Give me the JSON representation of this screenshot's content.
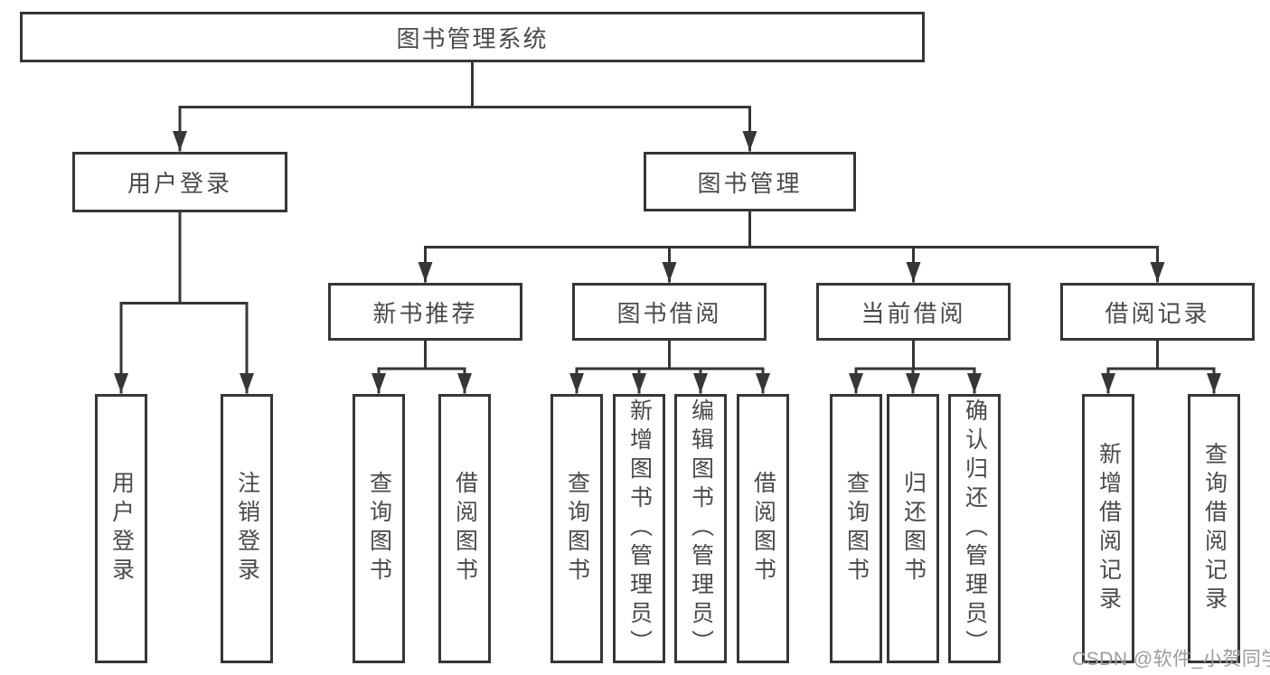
{
  "tree": {
    "root": {
      "label": "图书管理系统"
    },
    "branches": [
      {
        "label": "用户登录",
        "leaves": [
          "用户登录",
          "注销登录"
        ]
      },
      {
        "label": "图书管理",
        "groups": [
          {
            "label": "新书推荐",
            "leaves": [
              "查询图书",
              "借阅图书"
            ]
          },
          {
            "label": "图书借阅",
            "leaves": [
              "查询图书",
              "新增图书（管理员）",
              "编辑图书（管理员）",
              "借阅图书"
            ]
          },
          {
            "label": "当前借阅",
            "leaves": [
              "查询图书",
              "归还图书",
              "确认归还（管理员）"
            ]
          },
          {
            "label": "借阅记录",
            "leaves": [
              "新增借阅记录",
              "查询借阅记录"
            ]
          }
        ]
      }
    ]
  },
  "watermark": "CSDN @软件_小贺同学",
  "colors": {
    "line": "#363636",
    "box_border": "#363636",
    "text": "#4a4a4a",
    "watermark": "#9b9b9b",
    "background": "#ffffff"
  }
}
